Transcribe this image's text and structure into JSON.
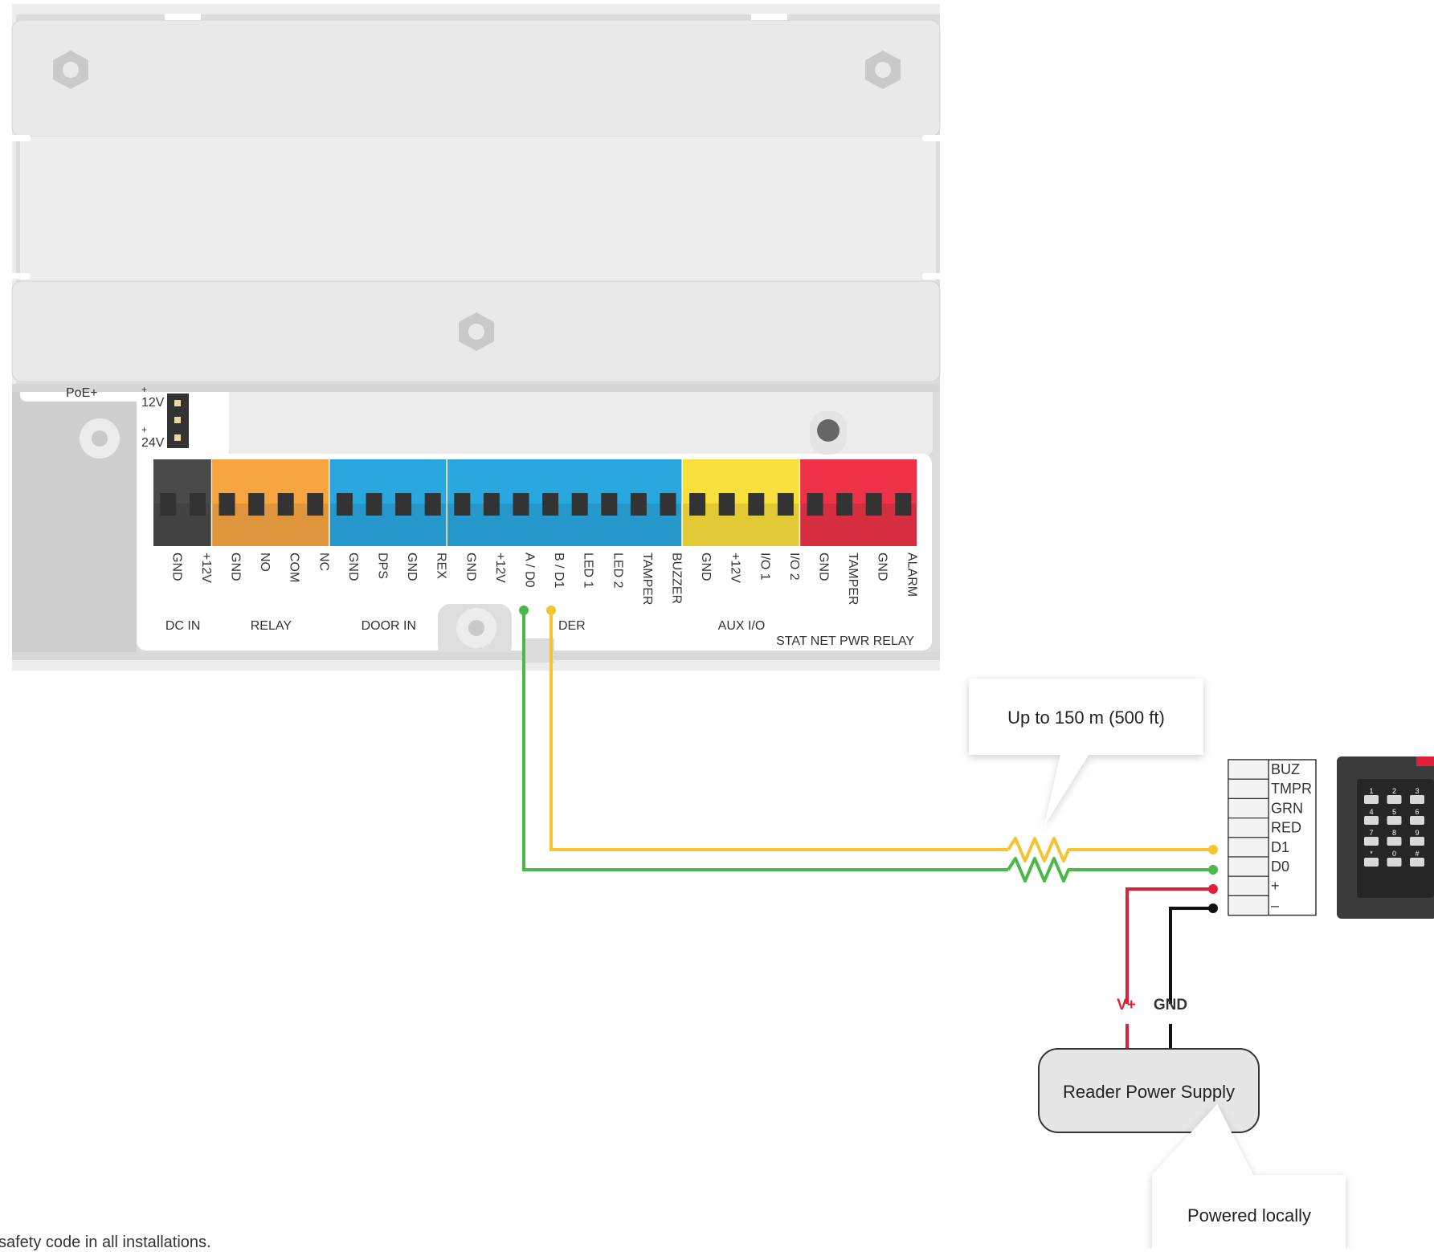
{
  "controller": {
    "poe_label": "PoE+",
    "jumper_label_12v": "12V",
    "jumper_label_24v": "24V",
    "jumper_plus": "+",
    "groups": [
      {
        "name": "DC IN",
        "color": "#4a4a4a",
        "terminals": [
          "GND",
          "+12V"
        ]
      },
      {
        "name": "RELAY",
        "color": "#f7a541",
        "terminals": [
          "GND",
          "NO",
          "COM",
          "NC"
        ]
      },
      {
        "name": "DOOR IN",
        "color": "#29a8e0",
        "terminals": [
          "GND",
          "DPS",
          "GND",
          "REX"
        ]
      },
      {
        "name": "READER",
        "color": "#29a8e0",
        "terminals": [
          "GND",
          "+12V",
          "A / D0",
          "B / D1",
          "LED 1",
          "LED 2",
          "TAMPER",
          "BUZZER"
        ]
      },
      {
        "name": "AUX I/O",
        "color": "#fae03c",
        "terminals": [
          "GND",
          "+12V",
          "I/O 1",
          "I/O 2"
        ]
      },
      {
        "name": "STAT NET PWR RELAY",
        "color": "#ee3348",
        "terminals": [
          "GND",
          "TAMPER",
          "GND",
          "ALARM"
        ]
      }
    ]
  },
  "callouts": {
    "distance": "Up to 150 m (500 ft)",
    "powered": "Powered locally"
  },
  "reader_terminals": [
    "BUZ",
    "TMPR",
    "GRN",
    "RED",
    "D1",
    "D0",
    "+",
    "–"
  ],
  "keypad_keys": [
    "1",
    "2",
    "3",
    "4",
    "5",
    "6",
    "7",
    "8",
    "9",
    "*",
    "0",
    "#"
  ],
  "power_supply": {
    "label": "Reader Power Supply",
    "vplus": "V+",
    "gnd": "GND"
  },
  "footnote": "safety code in all installations.",
  "colors": {
    "wire_d0": "#4cb848",
    "wire_d1": "#f5c431",
    "wire_vplus": "#e0203a",
    "wire_gnd": "#111111",
    "housing": "#e8e8e8"
  }
}
